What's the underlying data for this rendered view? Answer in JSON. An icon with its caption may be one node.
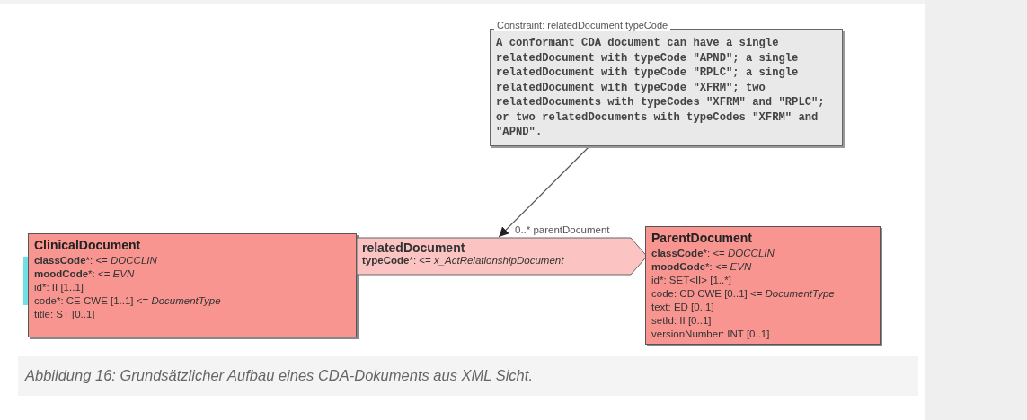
{
  "diagram": {
    "caption": "Abbildung 16: Grundsätzlicher Aufbau eines CDA-Dokuments aus XML Sicht.",
    "nodes": [
      {
        "text": [
          "Constraint: relatedDocument.typeCode",
          "A conformant CDA document can have a single relatedDocument with typeCode \"APND\"; a single relatedDocument with typeCode \"RPLC\"; a single relatedDocument with typeCode \"XFRM\";  two relatedDocuments with typeCodes \"XFRM\" and \"RPLC\"; or two relatedDocuments with typeCodes \"XFRM\" and \"APND\"."
        ]
      },
      {
        "text": [
          "ClinicalDocument",
          "**classCode***: <= *DOCCLIN*",
          "**moodCode***: <= *EVN*",
          "id*: II [1..1]",
          "code*: CE CWE [1..1] <= *DocumentType*",
          "title: ST [0..1]"
        ]
      },
      {
        "text": [
          "relatedDocument",
          "**typeCode***: <= *x_ActRelationshipDocument*"
        ]
      },
      {
        "text": [
          "ParentDocument",
          "**classCode***: <= *DOCCLIN*",
          "**moodCode***: <= *EVN*",
          "id*: SET<II> [1..*]",
          "code: CD CWE [0..1] <= *DocumentType*",
          "text: ED [0..1]",
          "setId: II [0..1]",
          "versionNumber: INT [0..1]"
        ]
      }
    ],
    "edges": [
      {
        "from": 0,
        "to": 2,
        "arrow": "to"
      }
    ],
    "labels": [
      "0..* parentDocument"
    ]
  }
}
